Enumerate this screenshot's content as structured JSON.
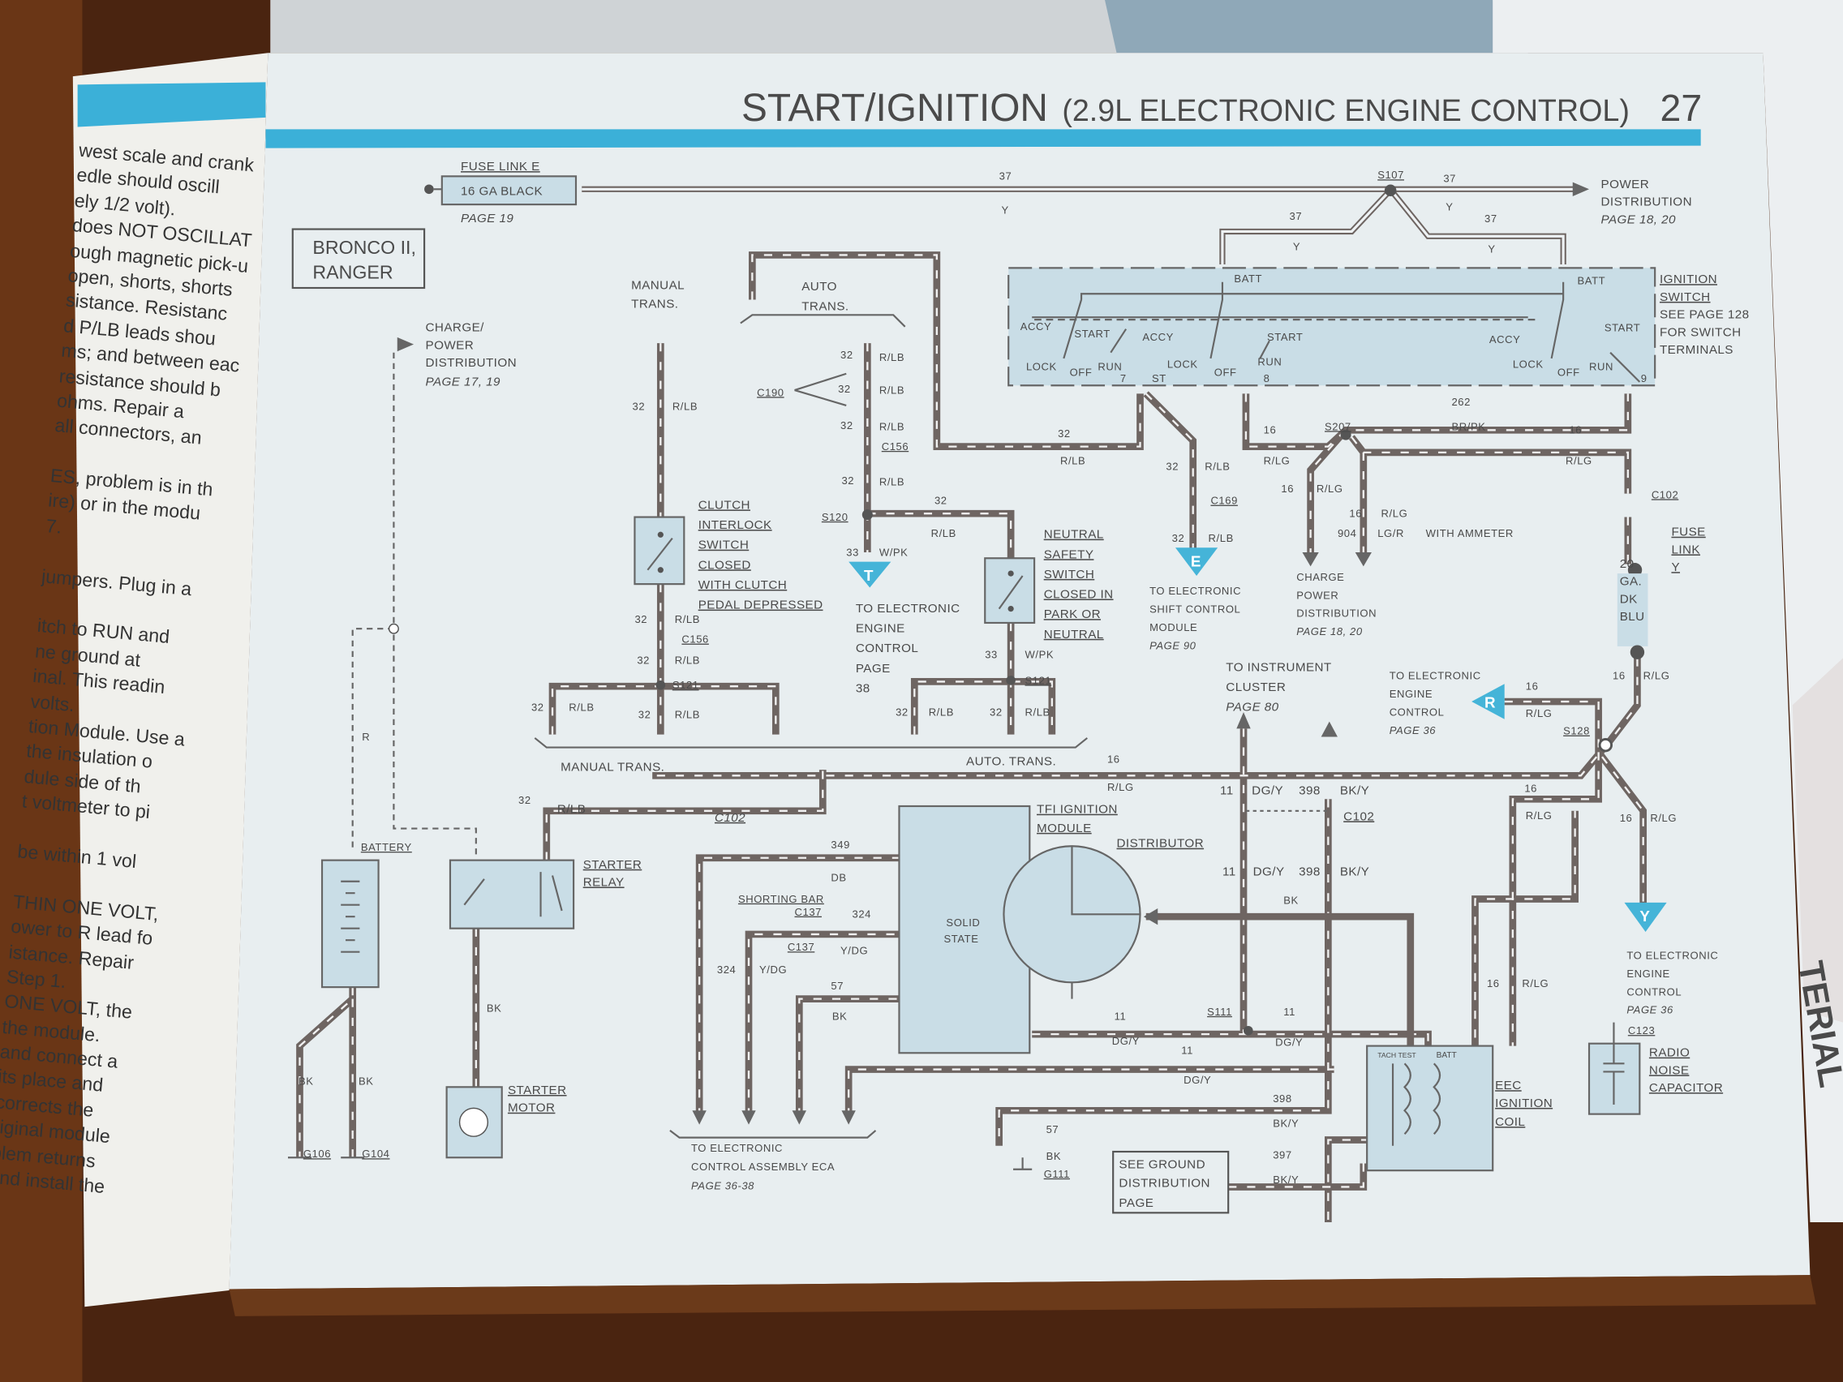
{
  "header": {
    "title": "START/IGNITION",
    "subtitle": "(2.9L ELECTRONIC ENGINE CONTROL)",
    "page_number": "27"
  },
  "colors": {
    "accent_bar": "#3bb0d8",
    "wire": "#6e6562",
    "component_fill": "#c9dde6",
    "page": "#e8eef0"
  },
  "model_box": {
    "line1": "BRONCO II,",
    "line2": "RANGER"
  },
  "left_page": {
    "lines": [
      "west scale and crank",
      "edle should oscill",
      "ely 1/2 volt).",
      "does NOT OSCILLAT",
      "ough magnetic pick-u",
      "open, shorts, shorts",
      "sistance. Resistanc",
      "d P/LB leads shou",
      "ms; and between eac",
      "resistance should b",
      "ohms. Repair a",
      "all connectors, an",
      "",
      "ES, problem is in th",
      "ire) or in the modu",
      "7.",
      "",
      "jumpers. Plug in a",
      "",
      "itch to RUN and",
      "ne ground at",
      "inal. This readin",
      "volts.",
      "tion Module. Use a",
      "the insulation o",
      "dule side of th",
      "t voltmeter to pi",
      "",
      "be within 1 vol",
      "",
      "THIN ONE VOLT,",
      "ower to R lead fo",
      "istance. Repair",
      "Step 1.",
      "ONE VOLT, the",
      "the module.",
      "and connect a",
      "its place and",
      "corrects the",
      "riginal module",
      "blem returns",
      "and install the"
    ]
  },
  "labels": {
    "fuse_link_e": "FUSE LINK E",
    "fuse_16ga": "16 GA BLACK",
    "page19": "PAGE 19",
    "w37": "37",
    "wY": "Y",
    "s107": "S107",
    "power": "POWER",
    "distribution": "DISTRIBUTION",
    "page18_20": "PAGE 18, 20",
    "batt": "BATT",
    "accy": "ACCY",
    "start": "START",
    "lock": "LOCK",
    "off": "OFF",
    "run": "RUN",
    "t7": "7",
    "st": "ST",
    "t8": "8",
    "t9": "9",
    "ign1": "IGNITION",
    "ign2": "SWITCH",
    "ign3": "SEE PAGE 128",
    "ign4": "FOR SWITCH",
    "ign5": "TERMINALS",
    "charge_slash": "CHARGE/",
    "power2": "POWER",
    "page17_19": "PAGE 17, 19",
    "manual": "MANUAL",
    "auto": "AUTO",
    "trans": "TRANS.",
    "w32": "32",
    "rlb": "R/LB",
    "c190": "C190",
    "c156": "C156",
    "s120": "S120",
    "w33": "33",
    "wpk": "W/PK",
    "s121": "S121",
    "clutch": [
      "CLUTCH",
      "INTERLOCK",
      "SWITCH",
      "CLOSED",
      "WITH CLUTCH",
      "PEDAL DEPRESSED"
    ],
    "to_eec_t": [
      "TO ELECTRONIC",
      "ENGINE",
      "CONTROL",
      "PAGE",
      "38"
    ],
    "neutral": [
      "NEUTRAL",
      "SAFETY",
      "SWITCH",
      "CLOSED IN",
      "PARK OR",
      "NEUTRAL"
    ],
    "manual_trans": "MANUAL TRANS.",
    "auto_trans": "AUTO. TRANS.",
    "c169": "C169",
    "to_esc": [
      "TO ELECTRONIC",
      "SHIFT CONTROL",
      "MODULE",
      "PAGE 90"
    ],
    "s207": "S207",
    "w16": "16",
    "rlg": "R/LG",
    "w262": "262",
    "brpk": "BR/PK",
    "c102": "C102",
    "w904": "904",
    "lgr": "LG/R",
    "with_ammeter": "WITH AMMETER",
    "charge_pd": [
      "CHARGE",
      "POWER",
      "DISTRIBUTION",
      "PAGE 18, 20"
    ],
    "fuse_link_y": [
      "FUSE",
      "LINK",
      "Y"
    ],
    "fuse_20ga": [
      "20",
      "GA.",
      "DK",
      "BLU"
    ],
    "to_cluster": [
      "TO INSTRUMENT",
      "CLUSTER",
      "PAGE 80"
    ],
    "to_eec_r": [
      "TO ELECTRONIC",
      "ENGINE",
      "CONTROL",
      "PAGE 36"
    ],
    "s128": "S128",
    "w11": "11",
    "dgy": "DG/Y",
    "w398": "398",
    "bky": "BK/Y",
    "bk": "BK",
    "to_eec_y": [
      "TO ELECTRONIC",
      "ENGINE",
      "CONTROL",
      "PAGE 36"
    ],
    "c123": "C123",
    "radio": [
      "RADIO",
      "NOISE",
      "CAPACITOR"
    ],
    "tfi": [
      "TFI IGNITION",
      "MODULE"
    ],
    "solid_state": [
      "SOLID",
      "STATE"
    ],
    "distributor": "DISTRIBUTOR",
    "w349": "349",
    "db": "DB",
    "shorting_bar": "SHORTING BAR",
    "c137": "C137",
    "w324": "324",
    "ydg": "Y/DG",
    "w57": "57",
    "s111": "S111",
    "eec_coil": [
      "EEC",
      "IGNITION",
      "COIL"
    ],
    "tach_test": "TACH TEST",
    "to_eca": [
      "TO ELECTRONIC",
      "CONTROL ASSEMBLY ECA",
      "PAGE 36-38"
    ],
    "g111": "G111",
    "see_ground": [
      "SEE GROUND",
      "DISTRIBUTION",
      "PAGE"
    ],
    "w397": "397",
    "battery": "BATTERY",
    "r": "R",
    "g106": "G106",
    "g104": "G104",
    "starter_relay": [
      "STARTER",
      "RELAY"
    ],
    "starter_motor": [
      "STARTER",
      "MOTOR"
    ],
    "tri_t": "T",
    "tri_e": "E",
    "tri_r": "R",
    "tri_y": "Y"
  }
}
